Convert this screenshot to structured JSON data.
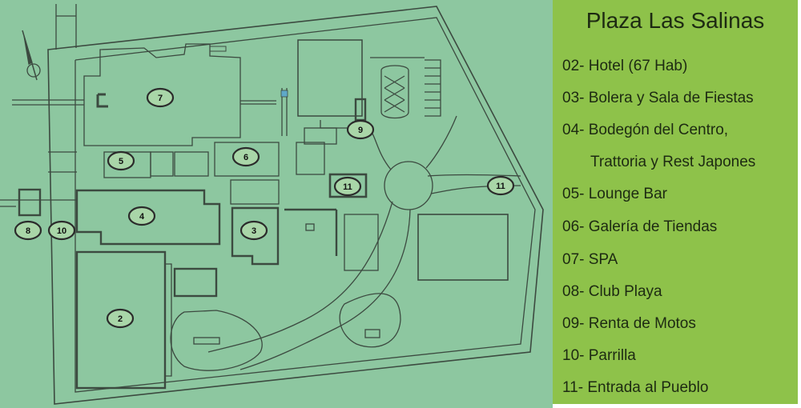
{
  "legend": {
    "title": "Plaza Las Salinas",
    "items": [
      "02- Hotel (67 Hab)",
      "03- Bolera y Sala de Fiestas",
      "04- Bodegón del Centro,",
      "Trattoria y Rest Japones",
      "05- Lounge Bar",
      "06- Galería de Tiendas",
      "07- SPA",
      "08- Club Playa",
      "09- Renta de Motos",
      "10- Parrilla",
      "11- Entrada al Pueblo"
    ]
  },
  "markers": {
    "m2": "2",
    "m3": "3",
    "m4": "4",
    "m5": "5",
    "m6": "6",
    "m7": "7",
    "m8": "8",
    "m9": "9",
    "m10": "10",
    "m11a": "11",
    "m11b": "11"
  },
  "colors": {
    "map_background": "#8dc7a0",
    "legend_background": "#8ec24a",
    "line": "#3c4a40",
    "marker_fill": "#a9d6a8"
  }
}
